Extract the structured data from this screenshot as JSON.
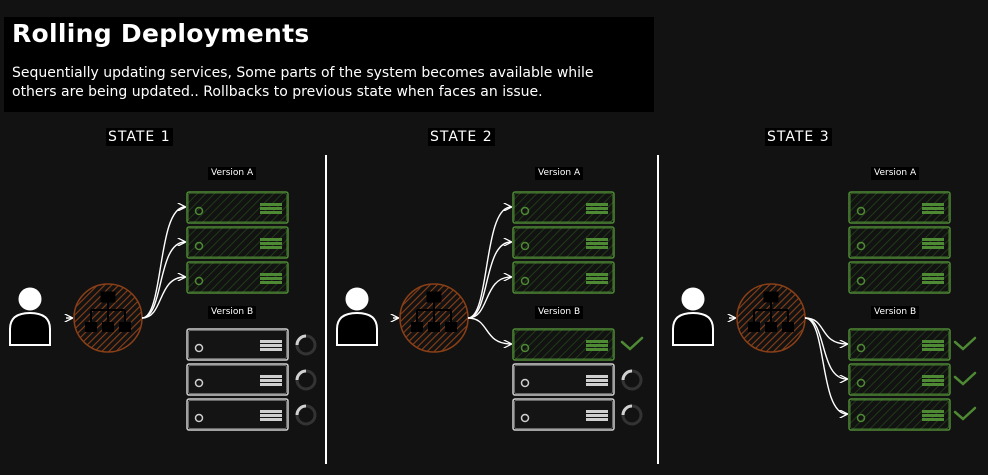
{
  "header": {
    "title": "Rolling Deployments",
    "description": "Sequentially updating services, Some parts of the system becomes available while others are being updated.. Rollbacks to previous state when faces an issue."
  },
  "states": [
    {
      "label": "STATE 1",
      "version_a_label": "Version A",
      "version_b_label": "Version B",
      "version_a_active": [
        true,
        true,
        true
      ],
      "version_b_status": [
        "pending",
        "pending",
        "pending"
      ]
    },
    {
      "label": "STATE 2",
      "version_a_label": "Version A",
      "version_b_label": "Version B",
      "version_a_active": [
        true,
        true,
        true
      ],
      "version_b_status": [
        "done",
        "pending",
        "pending"
      ]
    },
    {
      "label": "STATE 3",
      "version_a_label": "Version A",
      "version_b_label": "Version B",
      "version_a_active": [
        true,
        true,
        true
      ],
      "version_b_status": [
        "done",
        "done",
        "done"
      ]
    }
  ],
  "icons": {
    "user": "user-icon",
    "load_balancer": "load-balancer-icon",
    "server": "server-icon",
    "done": "checkmark-icon",
    "pending": "loading-spinner-icon"
  },
  "colors": {
    "background": "#121212",
    "active_server": "#4e8a34",
    "inactive_server": "#cfcfcf",
    "load_balancer": "#8a3f17",
    "check": "#4e8a34"
  }
}
